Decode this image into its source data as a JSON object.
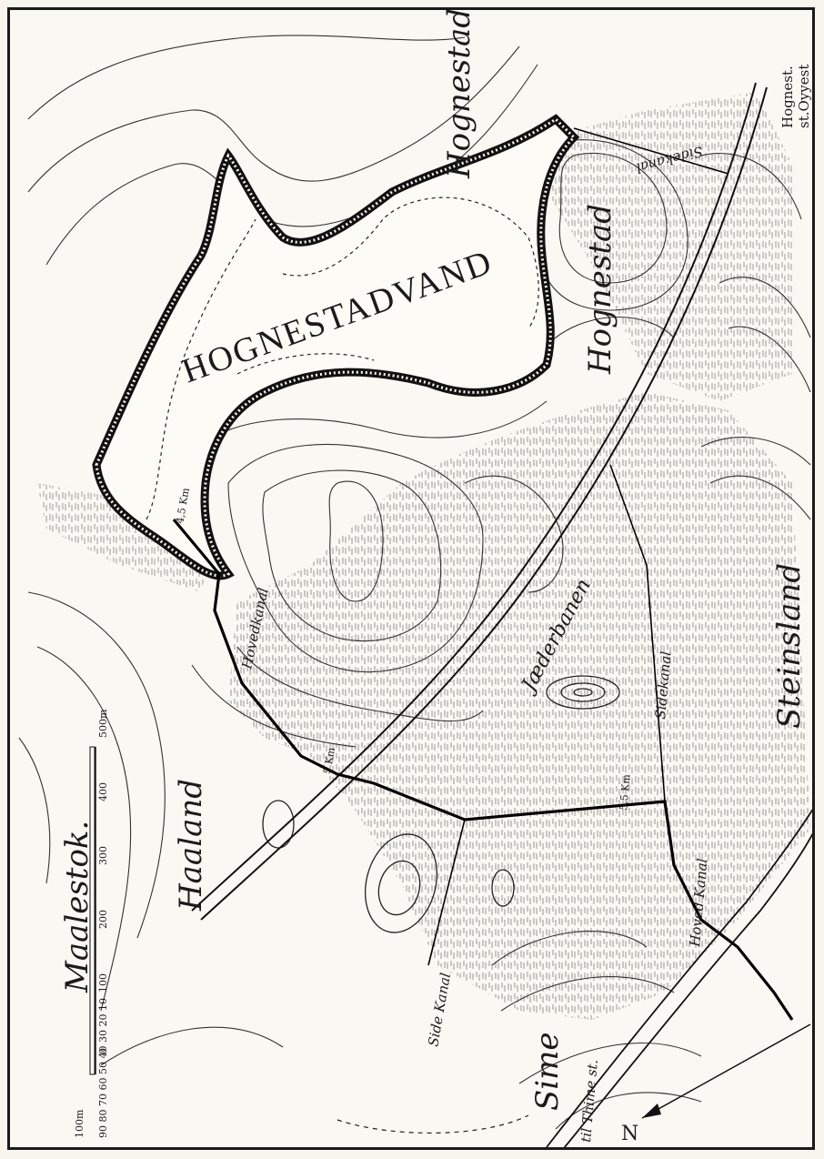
{
  "map": {
    "lake_name": "HOGNESTADVAND",
    "places": {
      "hognestad_north": "Hognestad",
      "hognestad_east": "Hognestad",
      "haaland": "Haaland",
      "steinsland": "Steinsland",
      "sime": "Sime",
      "hognest_station": "Hognest.",
      "hognest_station_2": "st.Oyyest"
    },
    "features": {
      "railway": "Jæderbanen",
      "main_canal_upper": "Hovedkanal",
      "main_canal_lower": "Hoved Kanal",
      "side_canal_east": "Sidekanal",
      "side_canal_south": "Side Kanal",
      "side_canal_north": "Sidekanal",
      "to_station": "til Thime st."
    },
    "markers": {
      "km_45": "4,5 Km",
      "km_5": "5 Km",
      "km_55": "5,5 Km"
    },
    "scale": {
      "title": "Maalestok.",
      "unit_start": "100m",
      "ticks": [
        "0",
        "100",
        "200",
        "300",
        "400",
        "500m"
      ],
      "sub_ticks": "90 80 70 60 50 40 30 20 10"
    },
    "north_label": "N"
  }
}
